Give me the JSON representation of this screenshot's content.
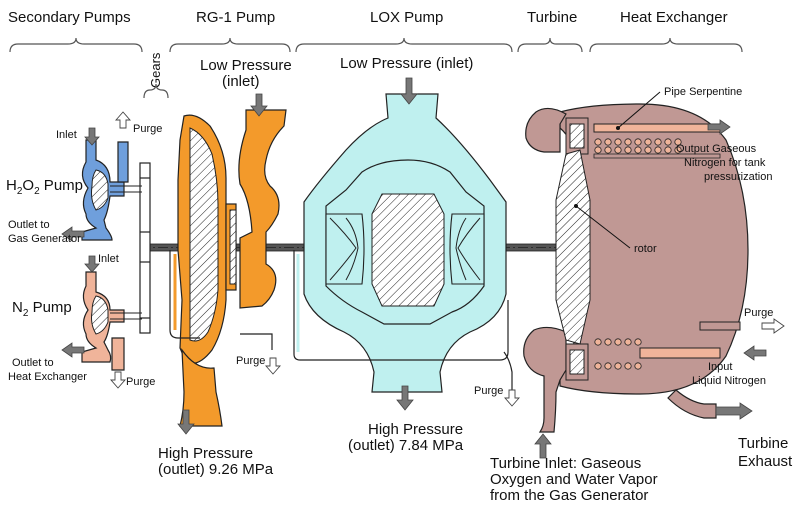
{
  "sections": {
    "secondary_pumps": "Secondary Pumps",
    "gears": "Gears",
    "rg1_pump": "RG-1 Pump",
    "lox_pump": "LOX Pump",
    "turbine": "Turbine",
    "heat_exchanger": "Heat Exchanger"
  },
  "labels": {
    "rg1_low_pressure_1": "Low Pressure",
    "rg1_low_pressure_2": "(inlet)",
    "lox_low_pressure": "Low Pressure (inlet)",
    "inlet_h2o2": "Inlet",
    "purge_h2o2": "Purge",
    "h2o2_pump_pre": "H",
    "h2o2_pump_sub1": "2",
    "h2o2_pump_mid": "O",
    "h2o2_pump_sub2": "2",
    "h2o2_pump_post": " Pump",
    "outlet_gg_1": "Outlet to",
    "outlet_gg_2": "Gas Generator",
    "inlet_n2": "Inlet",
    "n2_pump_pre": "N",
    "n2_pump_sub": "2",
    "n2_pump_post": " Pump",
    "outlet_hx_1": "Outlet to",
    "outlet_hx_2": "Heat Exchanger",
    "purge_n2": "Purge",
    "purge_rg1": "Purge",
    "purge_lox": "Purge",
    "purge_hx": "Purge",
    "rg1_high_1": "High Pressure",
    "rg1_high_2": "(outlet) 9.26 MPa",
    "lox_high_1": "High Pressure",
    "lox_high_2": "(outlet) 7.84 MPa",
    "turbine_inlet_1": "Turbine Inlet: Gaseous",
    "turbine_inlet_2": "Oxygen and Water Vapor",
    "turbine_inlet_3": "from the Gas Generator",
    "pipe_serpentine": "Pipe Serpentine",
    "output_gaseous_1": "Output Gaseous",
    "output_gaseous_2": "Nitrogen for tank",
    "output_gaseous_3": "pressurization",
    "rotor": "rotor",
    "input_ln2_1": "Input",
    "input_ln2_2": "Liquid Nitrogen",
    "turbine_exhaust_1": "Turbine",
    "turbine_exhaust_2": "Exhaust"
  },
  "colors": {
    "h2o2_pump": "#6f9fdc",
    "n2_pump": "#f0b49a",
    "rg1_pump": "#f39a2b",
    "lox_pump": "#bff0ef",
    "turbine_hx": "#c09894",
    "shaft": "#555555"
  }
}
